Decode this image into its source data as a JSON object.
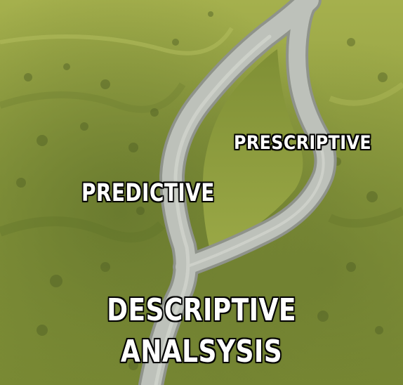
{
  "meme": {
    "label_top_right": "PRESCRIPTIVE",
    "label_left": "PREDICTIVE",
    "label_bottom_line1": "DESCRIPTIVE",
    "label_bottom_line2": "ANALSYSIS"
  },
  "colors": {
    "grass_light": "#a7b552",
    "grass_mid": "#8a9a3c",
    "grass_dark": "#5d6e29",
    "road": "#b9bdb6",
    "road_edge": "#8f938b",
    "caption_fill": "#ffffff",
    "caption_outline": "#000000"
  }
}
